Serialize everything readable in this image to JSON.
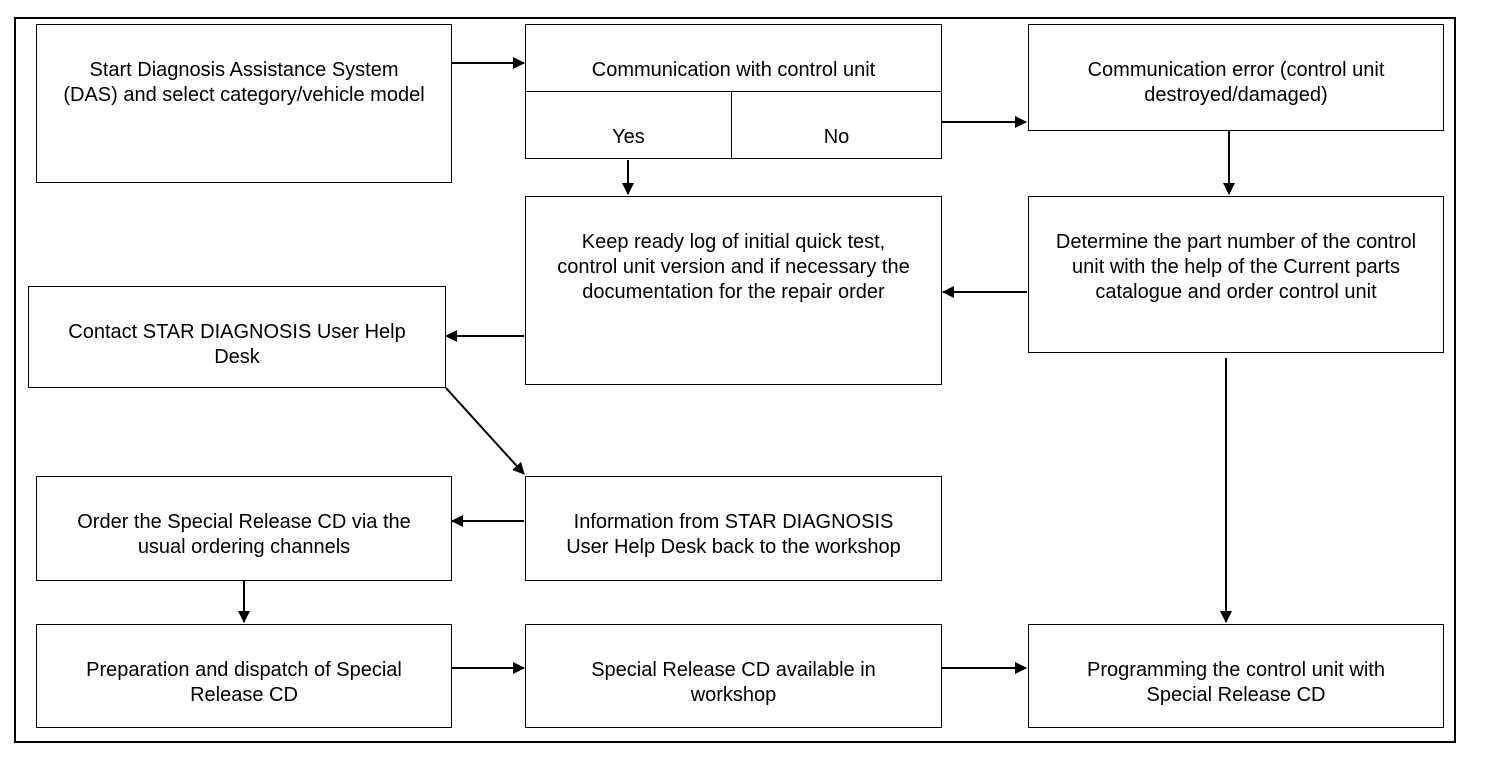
{
  "boxes": {
    "start": "Start Diagnosis Assistance System\n(DAS) and select category/vehicle model",
    "comm": "Communication with control unit",
    "yes": "Yes",
    "no": "No",
    "comm_error": "Communication error (control unit\ndestroyed/damaged)",
    "keep_log": "Keep ready log of initial quick test,\ncontrol unit version and if necessary the\ndocumentation for the repair order",
    "determine": "Determine the part number of the control\nunit with the help of the Current parts\ncatalogue and order control unit",
    "contact": "Contact STAR DIAGNOSIS User Help\nDesk",
    "info_back": "Information from STAR DIAGNOSIS\nUser Help Desk back to the workshop",
    "order_cd": "Order the Special Release CD via the\nusual ordering channels",
    "prep": "Preparation and dispatch of Special\nRelease CD",
    "available": "Special Release CD available in\nworkshop",
    "programming": "Programming the control unit with\nSpecial Release CD"
  }
}
